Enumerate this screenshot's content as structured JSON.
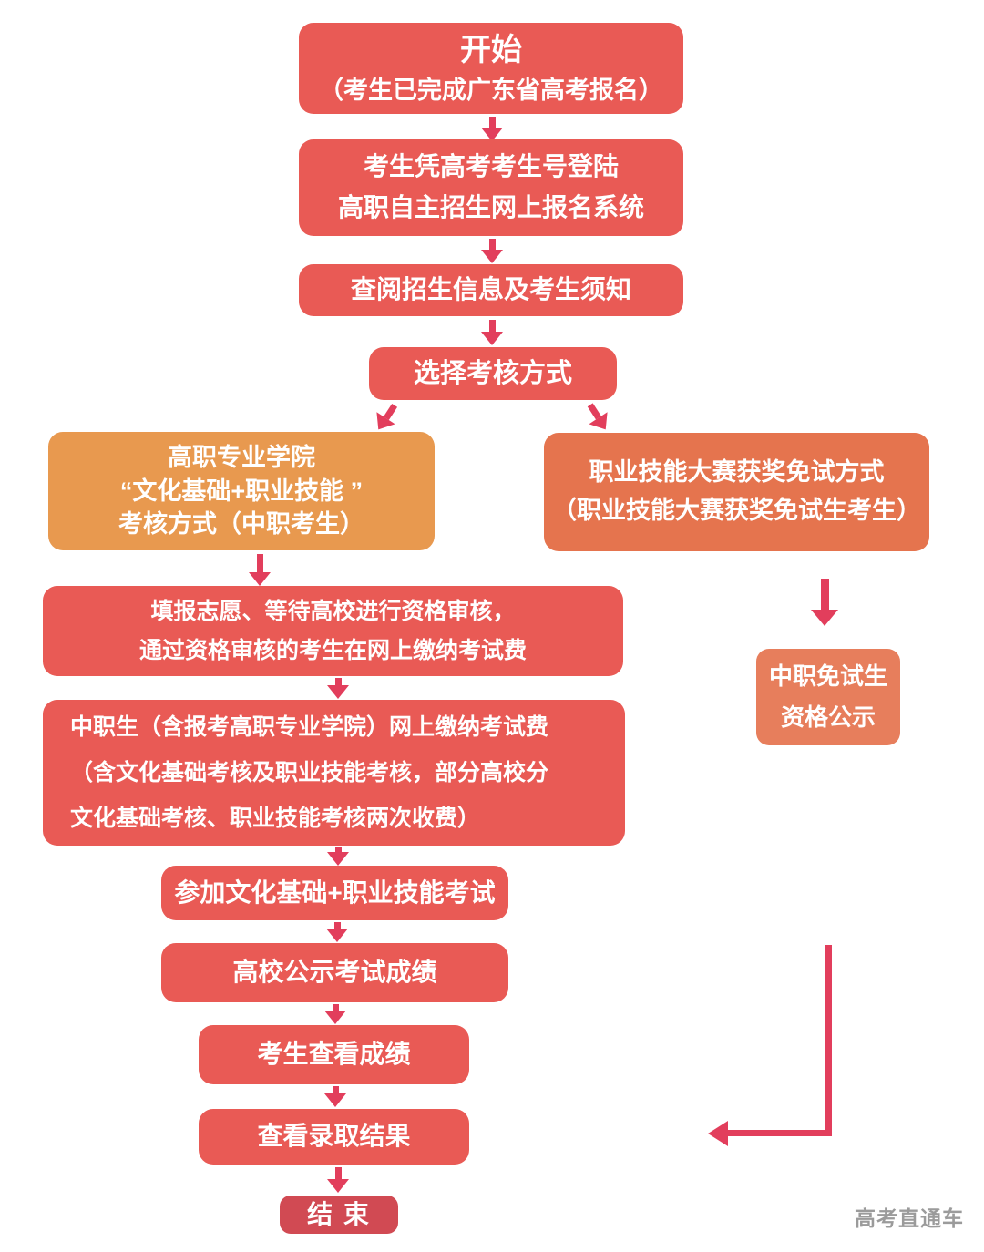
{
  "colors": {
    "red": "#e95a55",
    "orange": "#e8994f",
    "coral": "#e5744e",
    "coral_light": "#e77e5c",
    "dark_red": "#d14a53",
    "arrow": "#e23e5c",
    "watermark": "#9b9b9b"
  },
  "flow": {
    "start": {
      "title": "开始",
      "subtitle": "（考生已完成广东省高考报名）"
    },
    "login": {
      "line1": "考生凭高考考生号登陆",
      "line2": "高职自主招生网上报名系统"
    },
    "review_info": {
      "text": "查阅招生信息及考生须知"
    },
    "choose_method": {
      "text": "选择考核方式"
    },
    "culture_method": {
      "line1": "高职专业学院",
      "line2": "“文化基础+职业技能 ”",
      "line3": "考核方式（中职考生）"
    },
    "exempt_method": {
      "line1": "职业技能大赛获奖免试方式",
      "line2": "（职业技能大赛获奖免试生考生）"
    },
    "apply": {
      "line1": "填报志愿、等待高校进行资格审核，",
      "line2": "通过资格审核的考生在网上缴纳考试费"
    },
    "pay": {
      "line1": "中职生（含报考高职专业学院）网上缴纳考试费",
      "line2": "（含文化基础考核及职业技能考核，部分高校分",
      "line3": "文化基础考核、职业技能考核两次收费）"
    },
    "exam": {
      "text": "参加文化基础+职业技能考试"
    },
    "publish_score": {
      "text": "高校公示考试成绩"
    },
    "check_score": {
      "text": "考生查看成绩"
    },
    "check_admission": {
      "text": "查看录取结果"
    },
    "exempt_publicity": {
      "line1": "中职免试生",
      "line2": "资格公示"
    },
    "end": {
      "text": "结 束"
    }
  },
  "watermark": "高考直通车"
}
